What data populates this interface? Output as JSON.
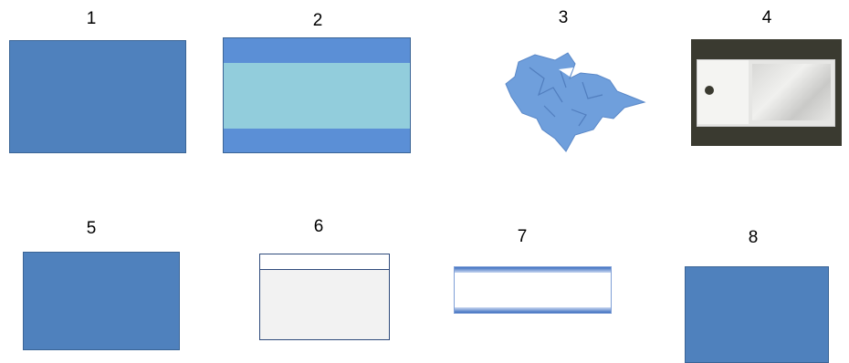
{
  "items": [
    {
      "label": "1"
    },
    {
      "label": "2"
    },
    {
      "label": "3"
    },
    {
      "label": "4"
    },
    {
      "label": "5"
    },
    {
      "label": "6"
    },
    {
      "label": "7"
    },
    {
      "label": "8"
    }
  ],
  "colors": {
    "drape_blue": "#4f81bd",
    "band_blue": "#5b8fd6",
    "band_cyan": "#92cddc",
    "crumpled_blue": "#6f9fdc",
    "light_gray": "#f2f2f2"
  }
}
